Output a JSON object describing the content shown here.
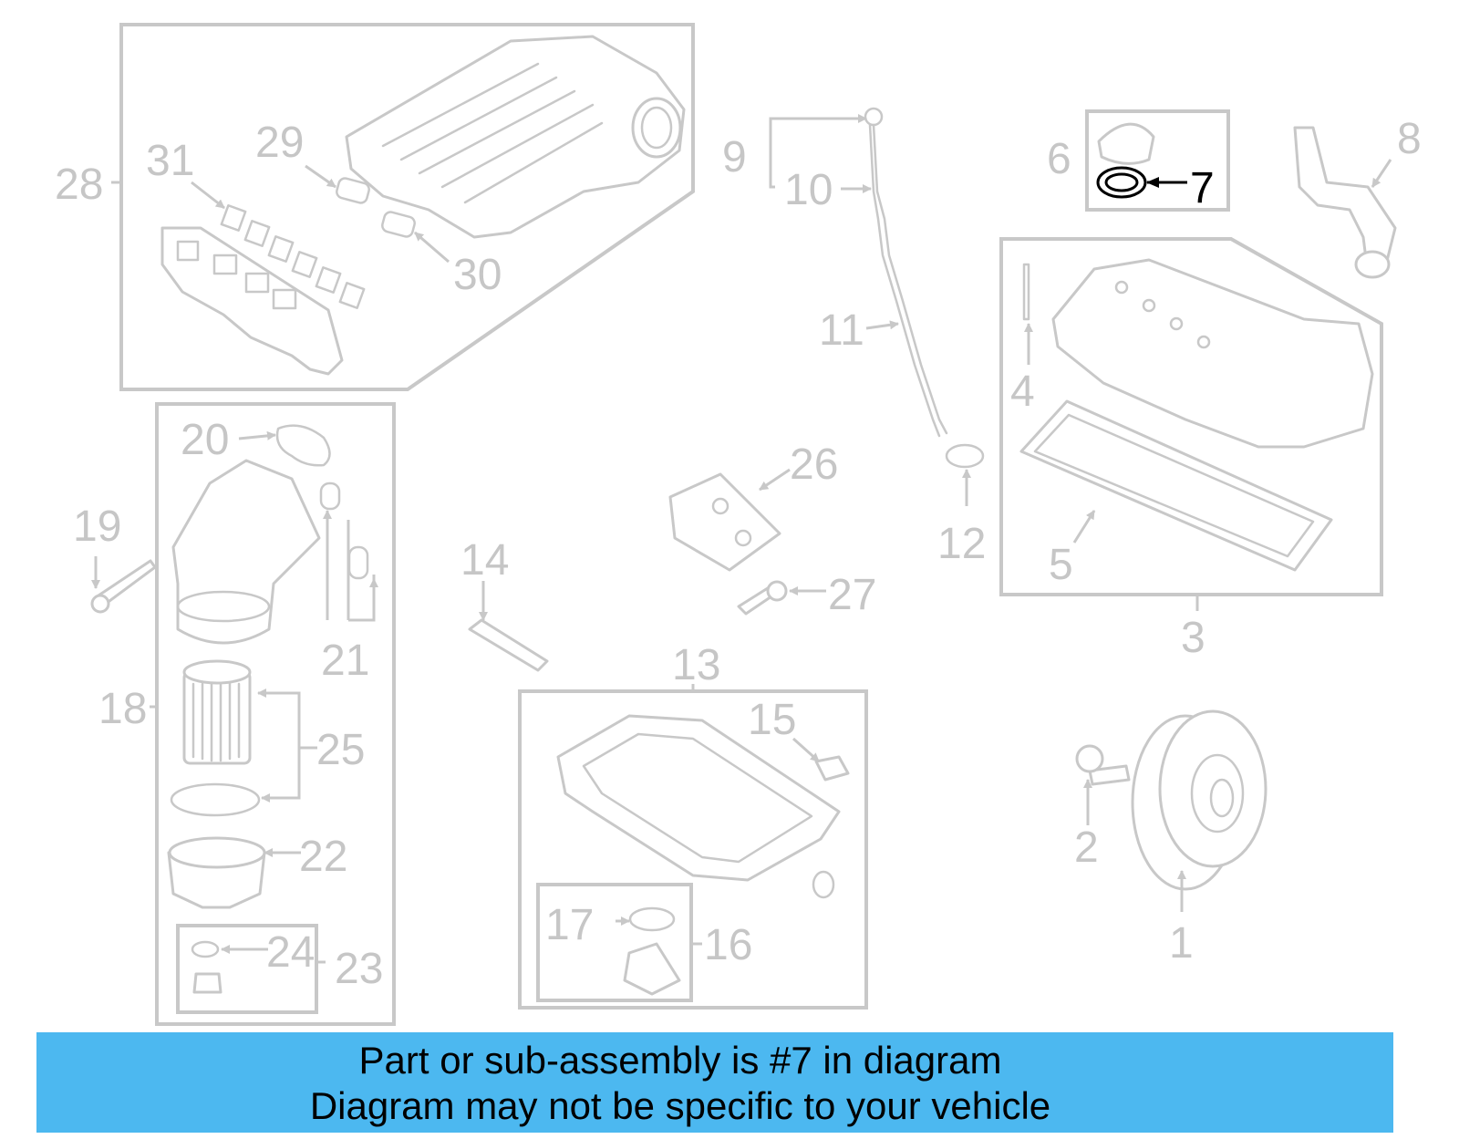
{
  "callouts": {
    "n1": "1",
    "n2": "2",
    "n3": "3",
    "n4": "4",
    "n5": "5",
    "n6": "6",
    "n7": "7",
    "n8": "8",
    "n9": "9",
    "n10": "10",
    "n11": "11",
    "n12": "12",
    "n13": "13",
    "n14": "14",
    "n15": "15",
    "n16": "16",
    "n17": "17",
    "n18": "18",
    "n19": "19",
    "n20": "20",
    "n21": "21",
    "n22": "22",
    "n23": "23",
    "n24": "24",
    "n25": "25",
    "n26": "26",
    "n27": "27",
    "n28": "28",
    "n29": "29",
    "n30": "30",
    "n31": "31"
  },
  "highlighted_part": "7",
  "colors": {
    "banner": "#4cb8f0",
    "faded_parts": "#c8c8c8",
    "highlight": "#000000"
  },
  "banner": {
    "line1": "Part or sub-assembly is #7 in diagram",
    "line2": "Diagram may not be specific to your vehicle"
  }
}
